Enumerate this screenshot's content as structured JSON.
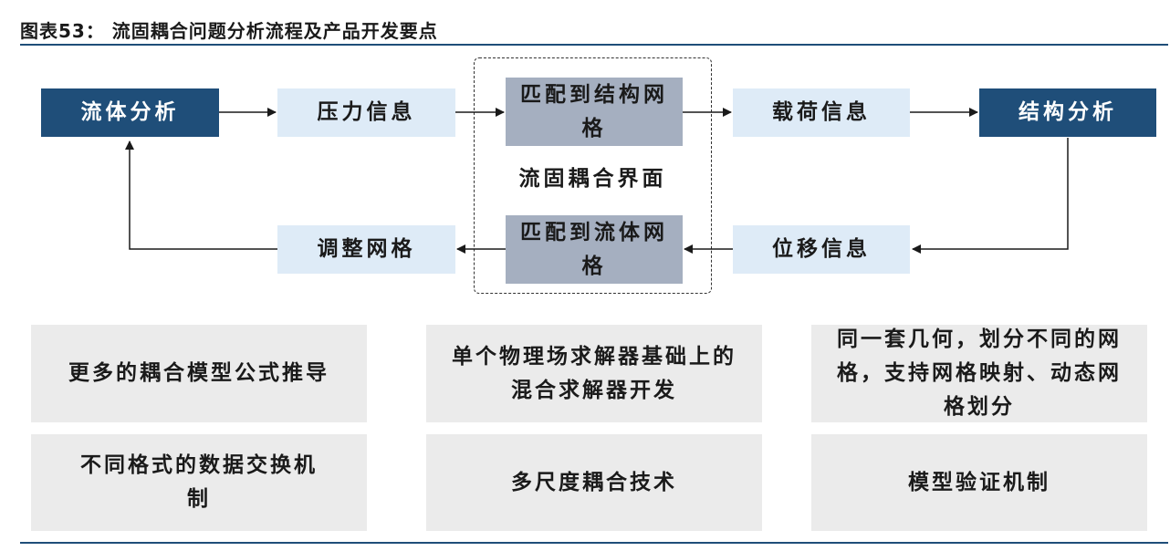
{
  "header": {
    "title": "图表53：  流固耦合问题分析流程及产品开发要点"
  },
  "flow": {
    "fluid_analysis": "流体分析",
    "pressure_info": "压力信息",
    "map_to_structure_mesh": "匹配到结构网格",
    "load_info": "载荷信息",
    "structure_analysis": "结构分析",
    "interface_label": "流固耦合界面",
    "adjust_mesh": "调整网格",
    "map_to_fluid_mesh": "匹配到流体网格",
    "displacement_info": "位移信息"
  },
  "points": [
    "更多的耦合模型公式推导",
    "单个物理场求解器基础上的混合求解器开发",
    "同一套几何，划分不同的网格，支持网格映射、动态网格划分",
    "不同格式的数据交换机制",
    "多尺度耦合技术",
    "模型验证机制"
  ],
  "colors": {
    "dark_box": "#1f4e79",
    "light_box": "#deebf7",
    "mid_box": "#a5afc0",
    "grey_box": "#ebebeb"
  }
}
